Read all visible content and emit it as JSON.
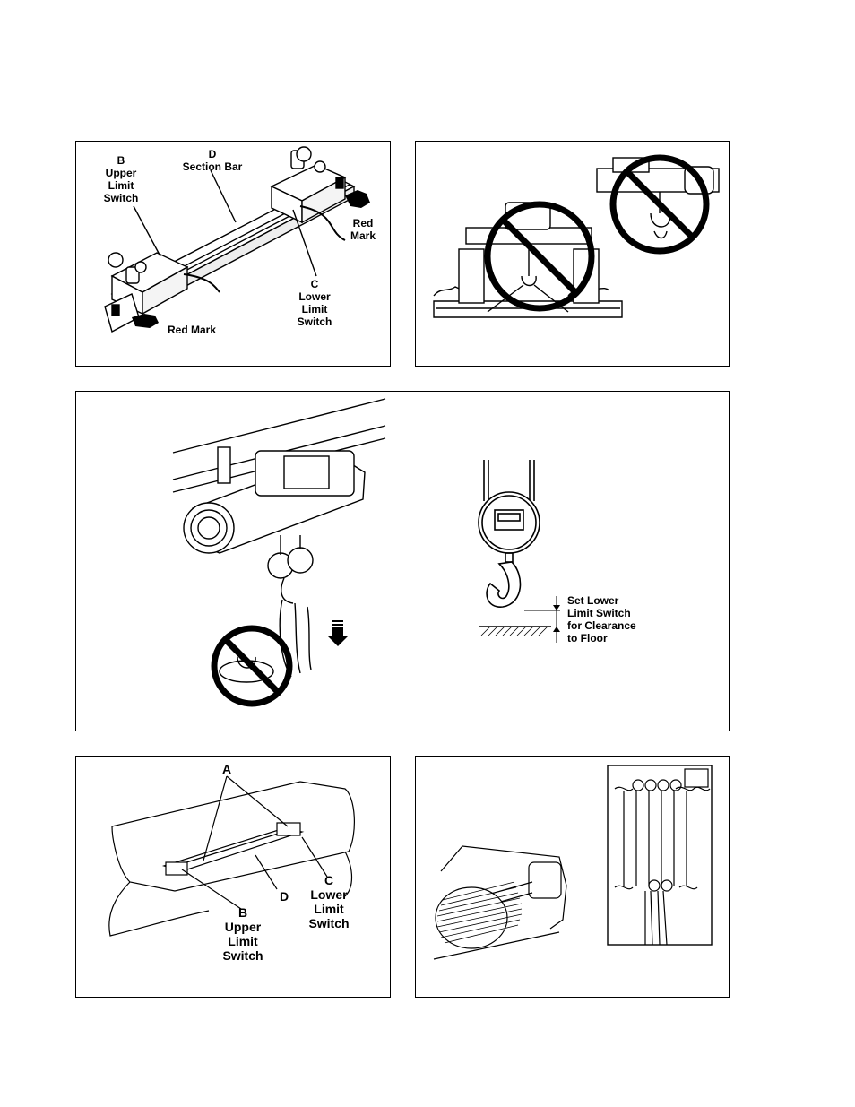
{
  "panel1": {
    "b_letter": "B",
    "b_line1": "Upper",
    "b_line2": "Limit",
    "b_line3": "Switch",
    "d_letter": "D",
    "d_name": "Section Bar",
    "red_mark_top_1": "Red",
    "red_mark_top_2": "Mark",
    "c_letter": "C",
    "c_line1": "Lower",
    "c_line2": "Limit",
    "c_line3": "Switch",
    "red_mark_bottom": "Red Mark"
  },
  "panel3": {
    "clearance_1": "Set Lower",
    "clearance_2": "Limit Switch",
    "clearance_3": "for Clearance",
    "clearance_4": "to Floor"
  },
  "panel4": {
    "a_letter": "A",
    "c_letter": "C",
    "c_line1": "Lower",
    "c_line2": "Limit",
    "c_line3": "Switch",
    "d_letter": "D",
    "b_letter": "B",
    "b_line1": "Upper",
    "b_line2": "Limit",
    "b_line3": "Switch"
  },
  "icons": [
    "prohibition-icon",
    "pointing-hand-icon",
    "down-arrow-icon",
    "hook-icon"
  ]
}
